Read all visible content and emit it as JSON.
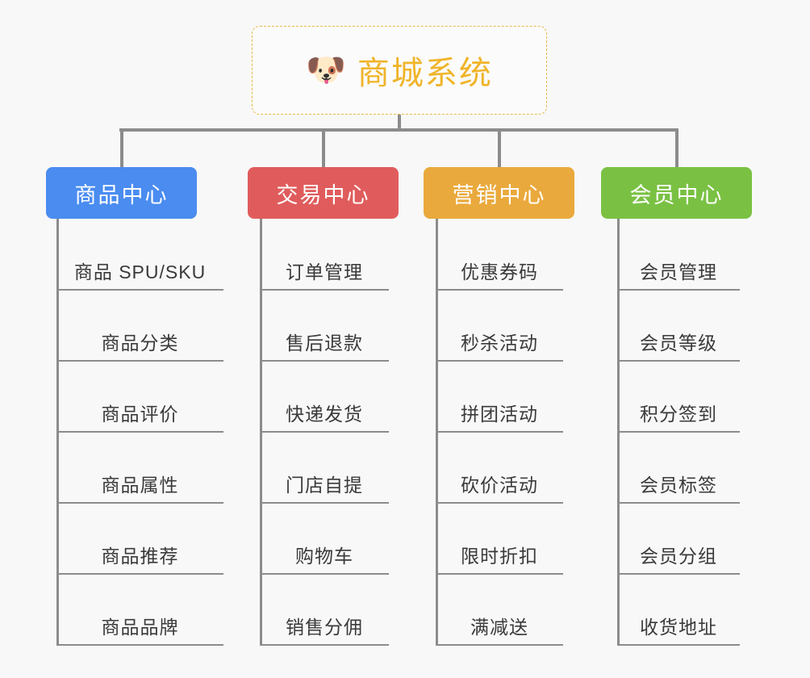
{
  "canvas": {
    "background": "#f8f8f8",
    "connector_color": "#8c8c8c"
  },
  "root": {
    "icon": "shiba-dog-emoji",
    "emoji": "🐶",
    "title": "商城系统",
    "text_color": "#f0b429",
    "border_color": "#e8b84b",
    "border_style": "dashed"
  },
  "columns": [
    {
      "id": "product-center",
      "label": "商品中心",
      "color": "#4a8cf0",
      "items": [
        "商品 SPU/SKU",
        "商品分类",
        "商品评价",
        "商品属性",
        "商品推荐",
        "商品品牌"
      ]
    },
    {
      "id": "trade-center",
      "label": "交易中心",
      "color": "#e05c5c",
      "items": [
        "订单管理",
        "售后退款",
        "快递发货",
        "门店自提",
        "购物车",
        "销售分佣"
      ]
    },
    {
      "id": "marketing-center",
      "label": "营销中心",
      "color": "#eaa93c",
      "items": [
        "优惠券码",
        "秒杀活动",
        "拼团活动",
        "砍价活动",
        "限时折扣",
        "满减送"
      ]
    },
    {
      "id": "member-center",
      "label": "会员中心",
      "color": "#7ac143",
      "items": [
        "会员管理",
        "会员等级",
        "积分签到",
        "会员标签",
        "会员分组",
        "收货地址"
      ]
    }
  ]
}
